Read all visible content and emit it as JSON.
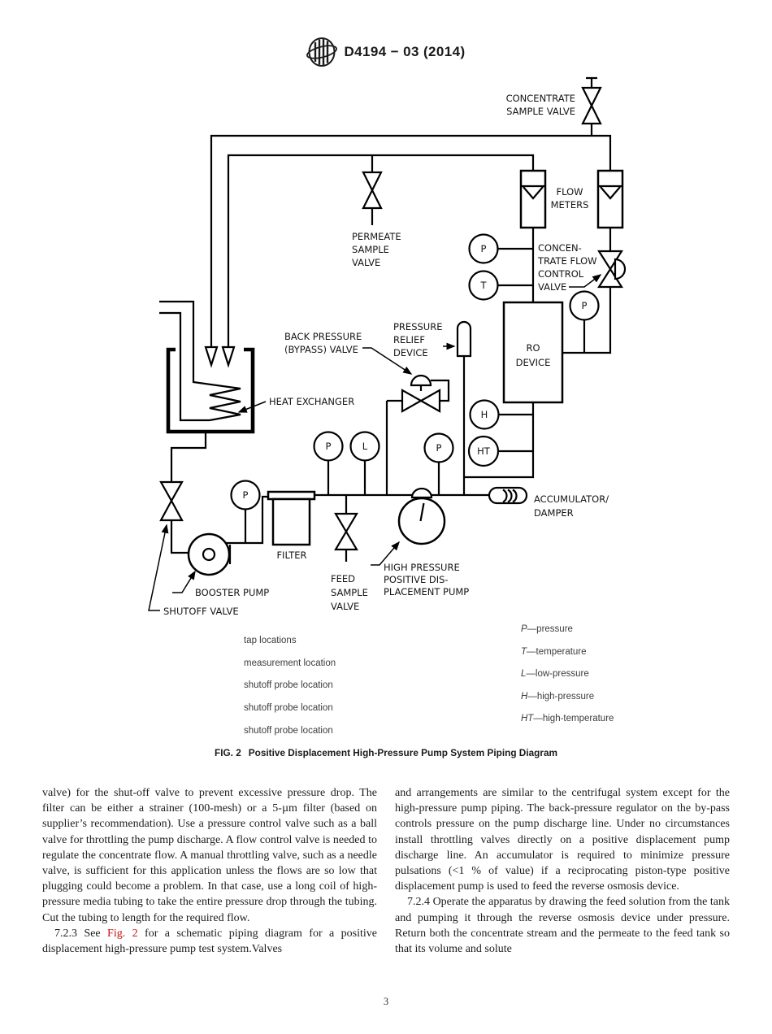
{
  "header": {
    "doc_number": "D4194 − 03 (2014)"
  },
  "diagram": {
    "labels": {
      "concentrate_sample_valve": [
        "CONCENTRATE",
        "SAMPLE VALVE"
      ],
      "permeate_sample_valve": [
        "PERMEATE",
        "SAMPLE",
        "VALVE"
      ],
      "flow_meters": [
        "FLOW",
        "METERS"
      ],
      "back_pressure_valve": [
        "BACK PRESSURE",
        "(BYPASS) VALVE"
      ],
      "pressure_relief_device": [
        "PRESSURE",
        "RELIEF",
        "DEVICE"
      ],
      "heat_exchanger": "HEAT EXCHANGER",
      "ro_device": [
        "RO",
        "DEVICE"
      ],
      "concentrate_flow_control_valve": [
        "CONCEN-",
        "TRATE FLOW",
        "CONTROL",
        "VALVE"
      ],
      "accumulator": [
        "ACCUMULATOR/",
        "DAMPER"
      ],
      "high_pressure_pump": [
        "HIGH PRESSURE",
        "POSITIVE DIS-",
        "PLACEMENT PUMP"
      ],
      "feed_sample_valve": [
        "FEED",
        "SAMPLE",
        "VALVE"
      ],
      "filter": "FILTER",
      "booster_pump": "BOOSTER PUMP",
      "shutoff_valve": "SHUTOFF VALVE",
      "instruments": {
        "p": "P",
        "t": "T",
        "l": "L",
        "h": "H",
        "ht": "HT"
      }
    }
  },
  "legend": {
    "locations": [
      "tap locations",
      "measurement location",
      "shutoff probe location",
      "shutoff probe location",
      "shutoff probe location"
    ],
    "symbols": [
      {
        "key": "P",
        "rest": "—pressure"
      },
      {
        "key": "T",
        "rest": "—temperature"
      },
      {
        "key": "L",
        "rest": "—low-pressure"
      },
      {
        "key": "H",
        "rest": "—high-pressure"
      },
      {
        "key": "HT",
        "rest": "—high-temperature"
      }
    ]
  },
  "caption": {
    "fig": "FIG. 2",
    "title": "Positive Displacement High-Pressure Pump System Piping Diagram"
  },
  "body": {
    "left_p1": "valve) for the shut-off valve to prevent excessive pressure drop. The filter can be either a strainer (100-mesh) or a 5-µm filter (based on supplier’s recommendation). Use a pressure control valve such as a ball valve for throttling the pump discharge. A flow control valve is needed to regulate the concentrate flow. A manual throttling valve, such as a needle valve, is sufficient for this application unless the flows are so low that plugging could become a problem. In that case, use a long coil of high-pressure media tubing to take the entire pressure drop through the tubing. Cut the tubing to length for the required flow.",
    "left_p2_before": "7.2.3 See ",
    "left_p2_link": "Fig. 2",
    "left_p2_after": " for a schematic piping diagram for a positive displacement high-pressure pump test system.Valves",
    "right_p1": "and arrangements are similar to the centrifugal system except for the high-pressure pump piping. The back-pressure regulator on the by-pass controls pressure on the pump discharge line. Under no circumstances install throttling valves directly on a positive displacement pump discharge line. An accumulator is required to minimize pressure pulsations (<1 % of value) if a reciprocating piston-type positive displacement pump is used to feed the reverse osmosis device.",
    "right_p2": "7.2.4 Operate the apparatus by drawing the feed solution from the tank and pumping it through the reverse osmosis device under pressure. Return both the concentrate stream and the permeate to the feed tank so that its volume and solute"
  },
  "page_number": "3"
}
